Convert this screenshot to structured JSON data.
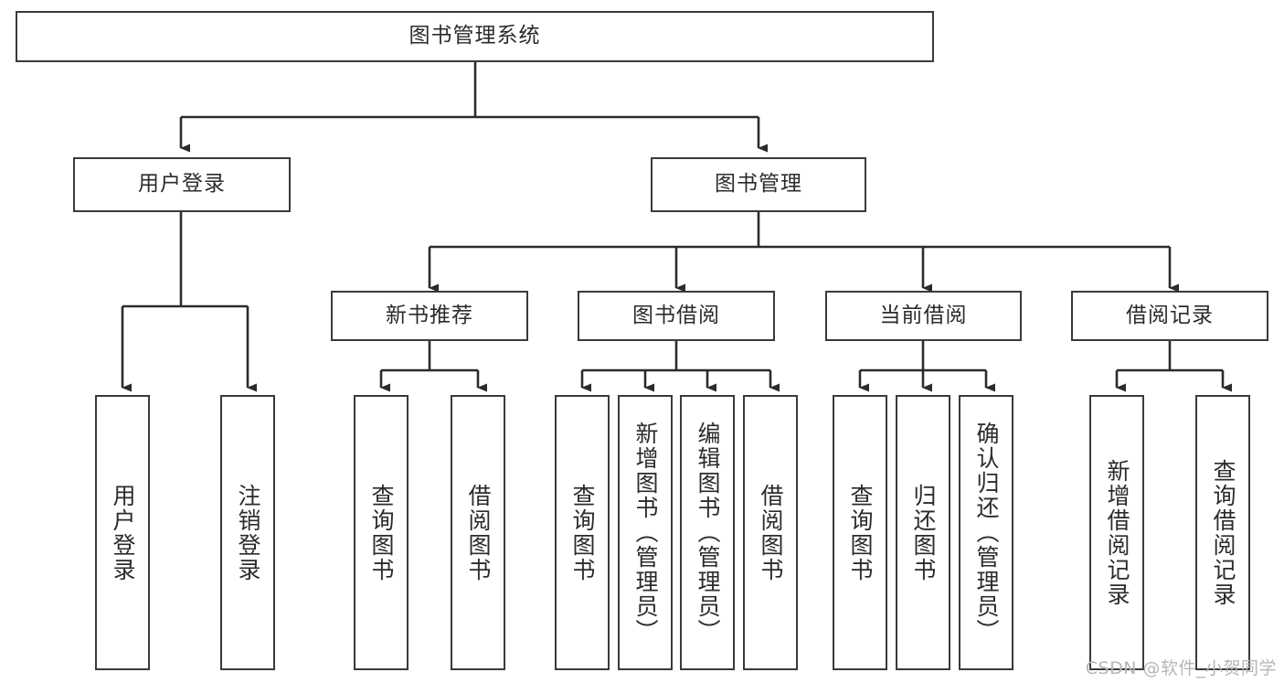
{
  "diagram": {
    "type": "tree-hierarchy-flowchart",
    "title_node": {
      "label": "图书管理系统"
    },
    "level2": [
      {
        "label": "用户登录"
      },
      {
        "label": "图书管理"
      }
    ],
    "level3": [
      {
        "label": "新书推荐"
      },
      {
        "label": "图书借阅"
      },
      {
        "label": "当前借阅"
      },
      {
        "label": "借阅记录"
      }
    ],
    "leaves": [
      {
        "label": "用户登录"
      },
      {
        "label": "注销登录"
      },
      {
        "label": "查询图书"
      },
      {
        "label": "借阅图书"
      },
      {
        "label": "查询图书"
      },
      {
        "label": "新增图书（管理员）"
      },
      {
        "label": "编辑图书（管理员）"
      },
      {
        "label": "借阅图书"
      },
      {
        "label": "查询图书"
      },
      {
        "label": "归还图书"
      },
      {
        "label": "确认归还（管理员）"
      },
      {
        "label": "新增借阅记录"
      },
      {
        "label": "查询借阅记录"
      }
    ],
    "watermark": "CSDN @软件_小贺同学",
    "colors": {
      "border": "#3a3a3a",
      "text": "#2b2b2b",
      "background": "#ffffff",
      "watermark": "#b6b6b6"
    }
  }
}
